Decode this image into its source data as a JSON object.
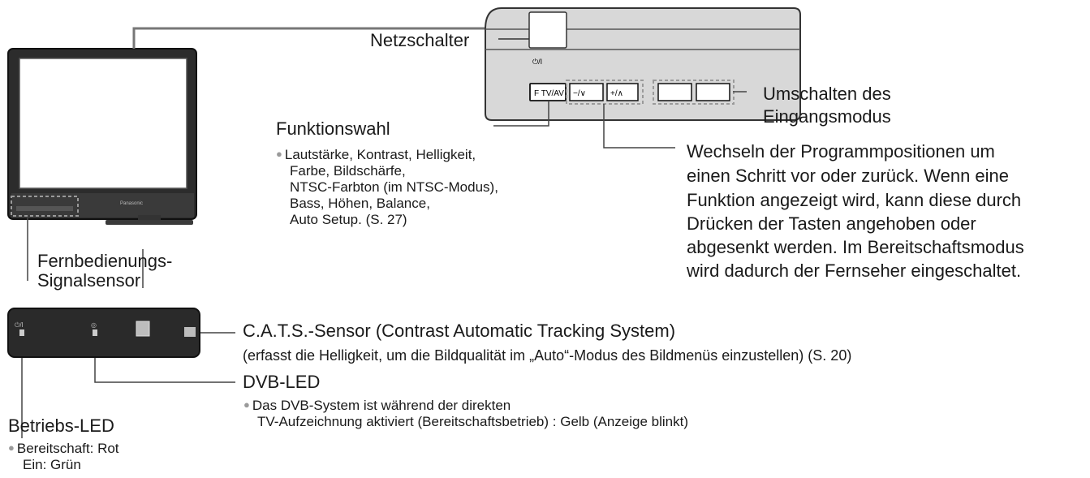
{
  "labels": {
    "netzschalter": "Netzschalter",
    "power_symbol": "⏻/I",
    "btn_f_tv_av": "F  TV/AV",
    "btn_down": "−/∨",
    "btn_up": "+/∧",
    "brand": "Panasonic",
    "umschalten_line1": "Umschalten des",
    "umschalten_line2": "Eingangsmodus",
    "funktionswahl_title": "Funktionswahl",
    "funktionswahl_items": [
      "Lautstärke, Kontrast, Helligkeit,",
      "Farbe, Bildschärfe,",
      "NTSC-Farbton (im NTSC-Modus),",
      "Bass, Höhen, Balance,",
      "Auto Setup. (S. 27)"
    ],
    "wechseln_lines": [
      "Wechseln der Programmpositionen um",
      "einen Schritt vor oder zurück. Wenn eine",
      "Funktion angezeigt wird, kann diese durch",
      "Drücken der Tasten angehoben oder",
      "abgesenkt werden. Im Bereitschaftsmodus",
      "wird dadurch der Fernseher eingeschaltet."
    ],
    "fernbedienung_line1": "Fernbedienungs-",
    "fernbedienung_line2": "Signalsensor",
    "cats_title": "C.A.T.S.-Sensor (Contrast Automatic Tracking System)",
    "cats_desc": "(erfasst die Helligkeit, um die Bildqualität im „Auto“-Modus des Bildmenüs einzustellen) (S. 20)",
    "dvb_title": "DVB-LED",
    "dvb_line1": "Das DVB-System ist während der direkten",
    "dvb_line2": "TV-Aufzeichnung aktiviert (Bereitschaftsbetrieb) : Gelb (Anzeige blinkt)",
    "betriebs_title": "Betriebs-LED",
    "betriebs_line1": "Bereitschaft: Rot",
    "betriebs_line2": "Ein: Grün",
    "panel_led_power": "⏻/I",
    "panel_led_dvb": "◎"
  }
}
